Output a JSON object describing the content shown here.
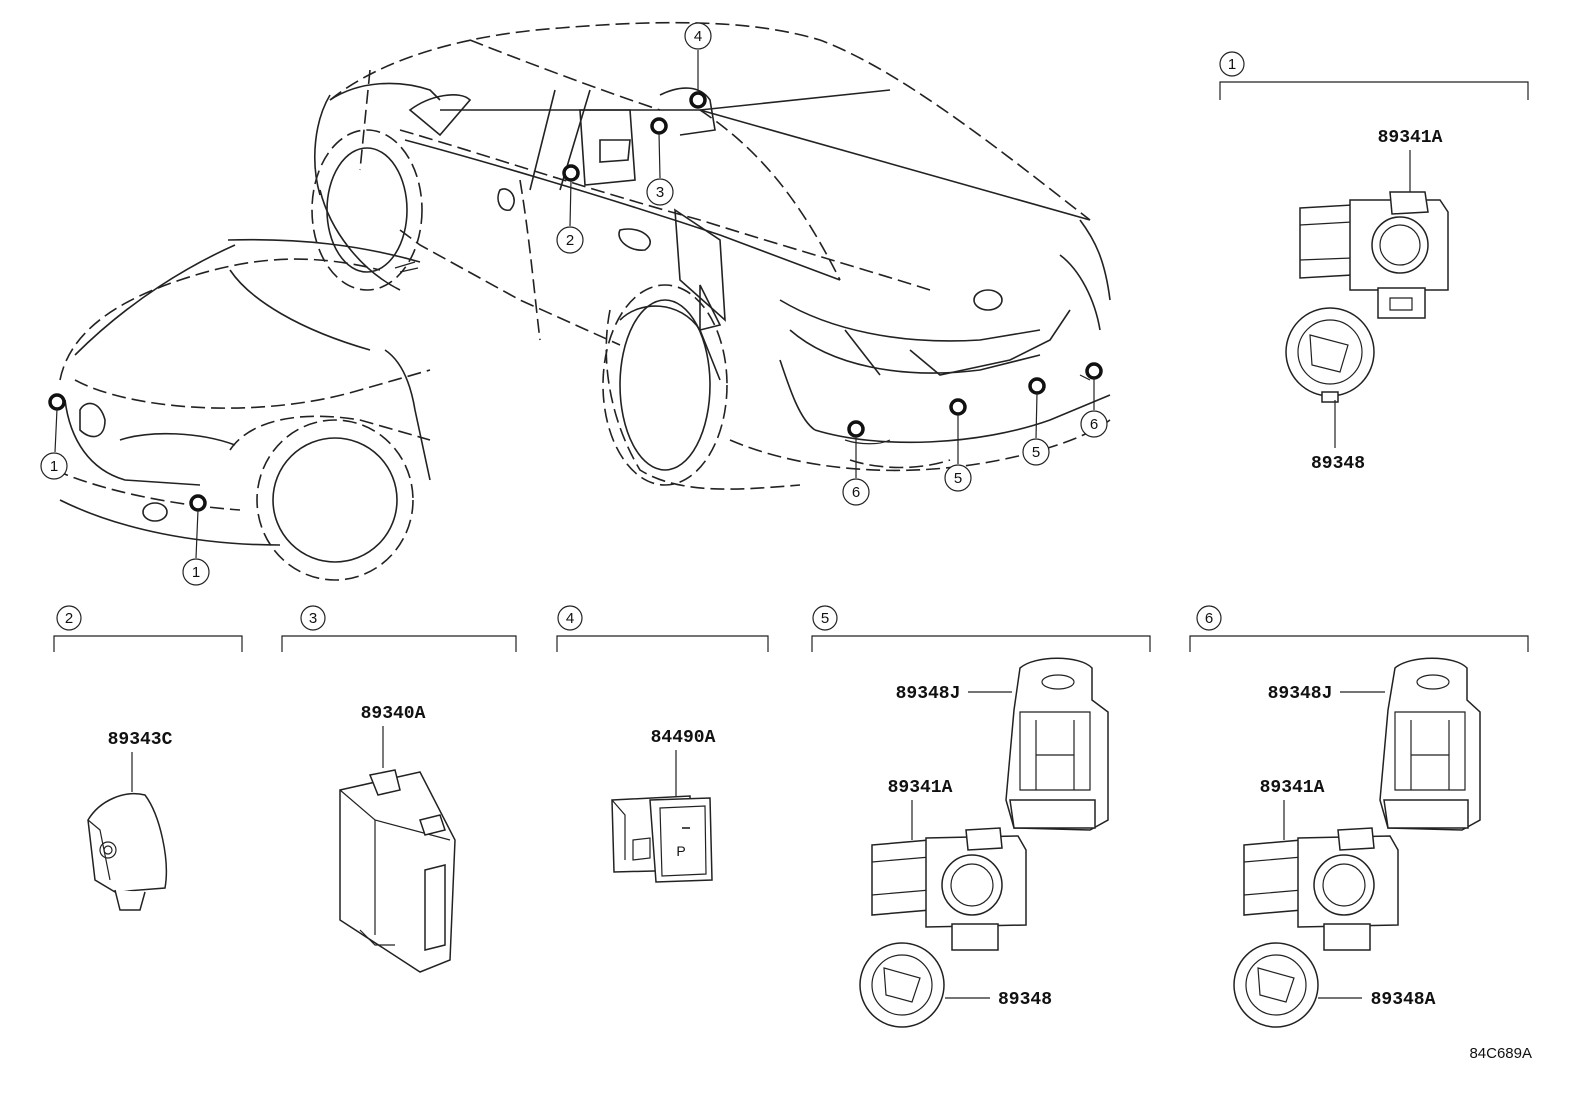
{
  "diagram": {
    "drawing_code": "84C689A",
    "callouts": [
      "1",
      "1",
      "1",
      "2",
      "3",
      "4",
      "5",
      "5",
      "6",
      "6"
    ],
    "groups": [
      {
        "id": "1",
        "parts": [
          "89341A",
          "89348"
        ]
      },
      {
        "id": "2",
        "parts": [
          "89343C"
        ]
      },
      {
        "id": "3",
        "parts": [
          "89340A"
        ]
      },
      {
        "id": "4",
        "parts": [
          "84490A"
        ]
      },
      {
        "id": "5",
        "parts": [
          "89348J",
          "89341A",
          "89348"
        ]
      },
      {
        "id": "6",
        "parts": [
          "89348J",
          "89341A",
          "89348A"
        ]
      }
    ]
  }
}
